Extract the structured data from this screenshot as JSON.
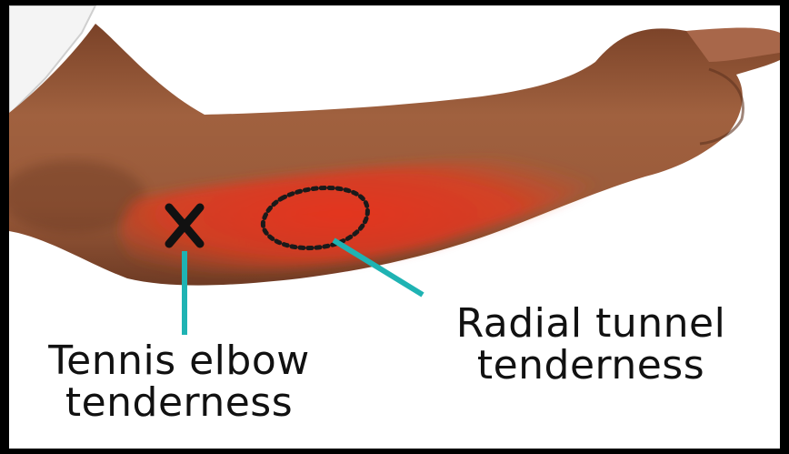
{
  "diagram": {
    "markers": {
      "tennis_elbow_mark": "X",
      "radial_tunnel_outline": "dotted-oval"
    },
    "labels": {
      "tennis_elbow": {
        "line1": "Tennis elbow",
        "line2": "tenderness"
      },
      "radial_tunnel": {
        "line1": "Radial tunnel",
        "line2": "tenderness"
      }
    },
    "colors": {
      "skin": "#9a5a3a",
      "skin_shadow": "#6e3b24",
      "inflammation": "#e0331a",
      "pointer_line": "#1fb3b3",
      "marker": "#111111",
      "background": "#ffffff",
      "frame": "#000000"
    }
  }
}
